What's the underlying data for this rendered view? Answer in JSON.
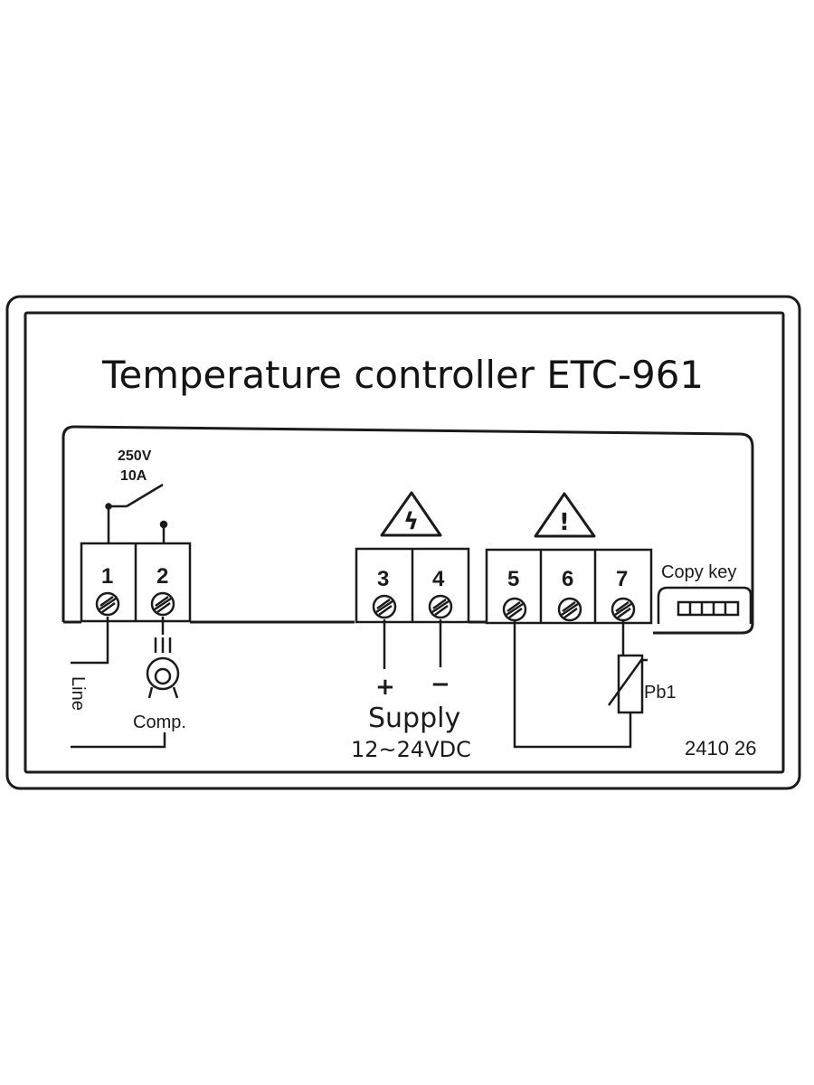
{
  "label": {
    "title": "Temperature controller ETC-961",
    "relay_rating": [
      "250V",
      "10A"
    ],
    "terminals": [
      "1",
      "2",
      "3",
      "4",
      "5",
      "6",
      "7"
    ],
    "line_label": "Line",
    "comp_label": "Comp.",
    "supply_plus": "+",
    "supply_minus": "−",
    "supply_label": "Supply",
    "supply_voltage": "12~24VDC",
    "copy_key_label": "Copy key",
    "probe_label": "Pb1",
    "warning_lightning": "ϟ",
    "warning_exclamation": "!",
    "code": "2410  26"
  },
  "colors": {
    "ink": "#1b1b1b",
    "background": "#ffffff",
    "terminal_fill": "#ffffff"
  }
}
